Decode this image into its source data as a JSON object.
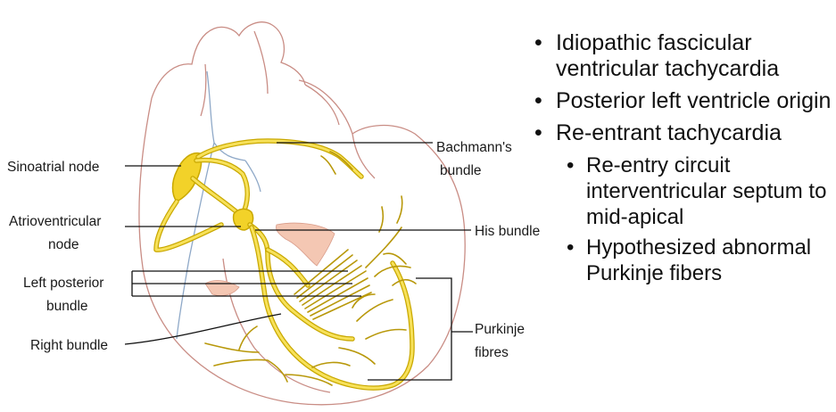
{
  "diagram": {
    "labels": {
      "sinoatrial": "Sinoatrial node",
      "av_line1": "Atrioventricular",
      "av_line2": "node",
      "lpb_line1": "Left posterior",
      "lpb_line2": "bundle",
      "right_bundle": "Right bundle",
      "bachmann_line1": "Bachmann's",
      "bachmann_line2": "bundle",
      "his": "His bundle",
      "purkinje_line1": "Purkinje",
      "purkinje_line2": "fibres"
    },
    "colors": {
      "conduction": "#f7e15a",
      "conduction_edge": "#c9a800",
      "heart_outline": "#c98d85",
      "vessel": "#8fa9c8",
      "tissue": "#f4c7b3"
    }
  },
  "bullets": [
    {
      "level": 1,
      "text": "Idiopathic fascicular ventricular tachycardia"
    },
    {
      "level": 1,
      "text": "Posterior left ventricle origin"
    },
    {
      "level": 1,
      "text": "Re-entrant tachycardia"
    },
    {
      "level": 2,
      "text": "Re-entry circuit interventricular septum to mid-apical"
    },
    {
      "level": 2,
      "text": "Hypothesized abnormal Purkinje fibers"
    }
  ],
  "bullet_symbol": "•"
}
